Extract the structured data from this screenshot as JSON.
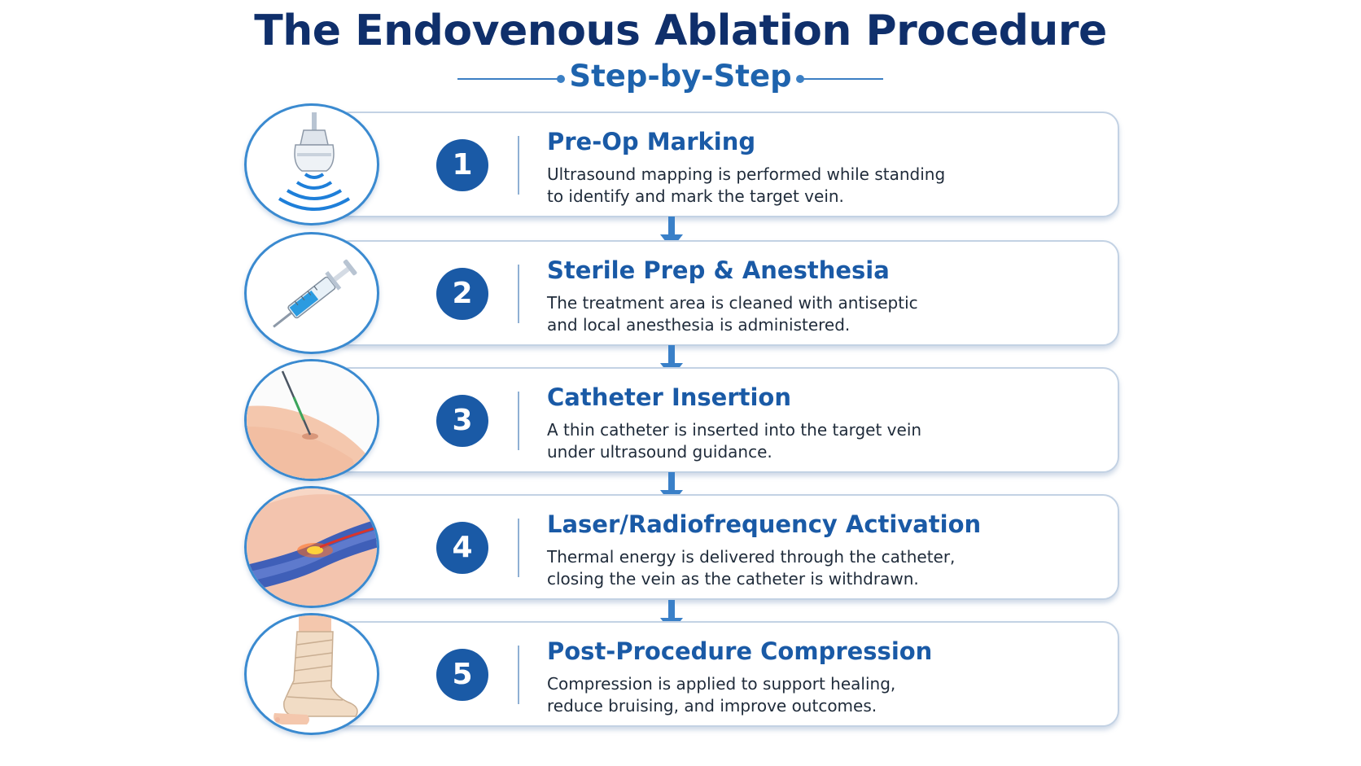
{
  "title": "The Endovenous Ablation Procedure",
  "subtitle": "Step-by-Step",
  "colors": {
    "title": "#0f2f6b",
    "accent": "#1a5aa6",
    "subtitle": "#1e63ad",
    "card_border": "#c3d2e4",
    "arrow": "#3a80c8"
  },
  "steps": [
    {
      "number": "1",
      "title": "Pre-Op Marking",
      "desc_line1": "Ultrasound mapping is performed while standing",
      "desc_line2": "to identify and mark the target vein.",
      "icon": "ultrasound-probe-icon"
    },
    {
      "number": "2",
      "title": "Sterile Prep & Anesthesia",
      "desc_line1": "The treatment area is cleaned with antiseptic",
      "desc_line2": "and local anesthesia is administered.",
      "icon": "syringe-icon"
    },
    {
      "number": "3",
      "title": "Catheter Insertion",
      "desc_line1": "A thin catheter is inserted into the target vein",
      "desc_line2": "under ultrasound guidance.",
      "icon": "catheter-skin-icon"
    },
    {
      "number": "4",
      "title": "Laser/Radiofrequency Activation",
      "desc_line1": "Thermal energy is delivered through the catheter,",
      "desc_line2": "closing the vein as the catheter is withdrawn.",
      "icon": "vein-laser-icon"
    },
    {
      "number": "5",
      "title": "Post-Procedure Compression",
      "desc_line1": "Compression is applied to support healing,",
      "desc_line2": "reduce bruising, and improve outcomes.",
      "icon": "compression-bandage-icon"
    }
  ]
}
